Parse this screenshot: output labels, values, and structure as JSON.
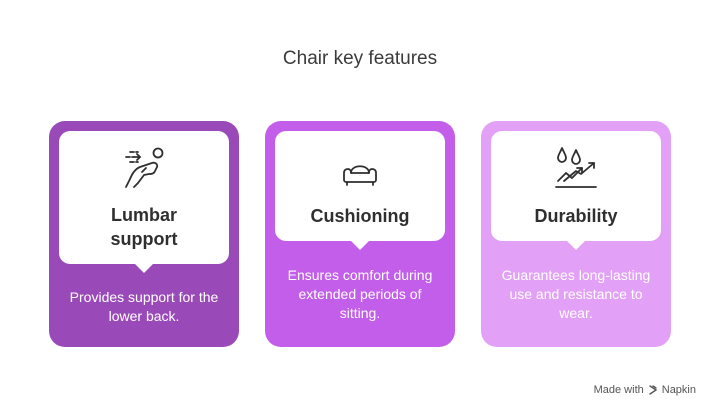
{
  "title": "Chair key features",
  "cards": [
    {
      "heading": "Lumbar\nsupport",
      "description": "Provides support for the lower back.",
      "icon": "lumbar-support-icon",
      "color": "#9a4ab8"
    },
    {
      "heading": "Cushioning",
      "description": "Ensures comfort during extended periods of sitting.",
      "icon": "cushion-icon",
      "color": "#c35eea"
    },
    {
      "heading": "Durability",
      "description": "Guarantees long-lasting use and resistance to wear.",
      "icon": "durability-icon",
      "color": "#e2a1f7"
    }
  ],
  "footer": {
    "made_with": "Made with",
    "brand": "Napkin"
  }
}
